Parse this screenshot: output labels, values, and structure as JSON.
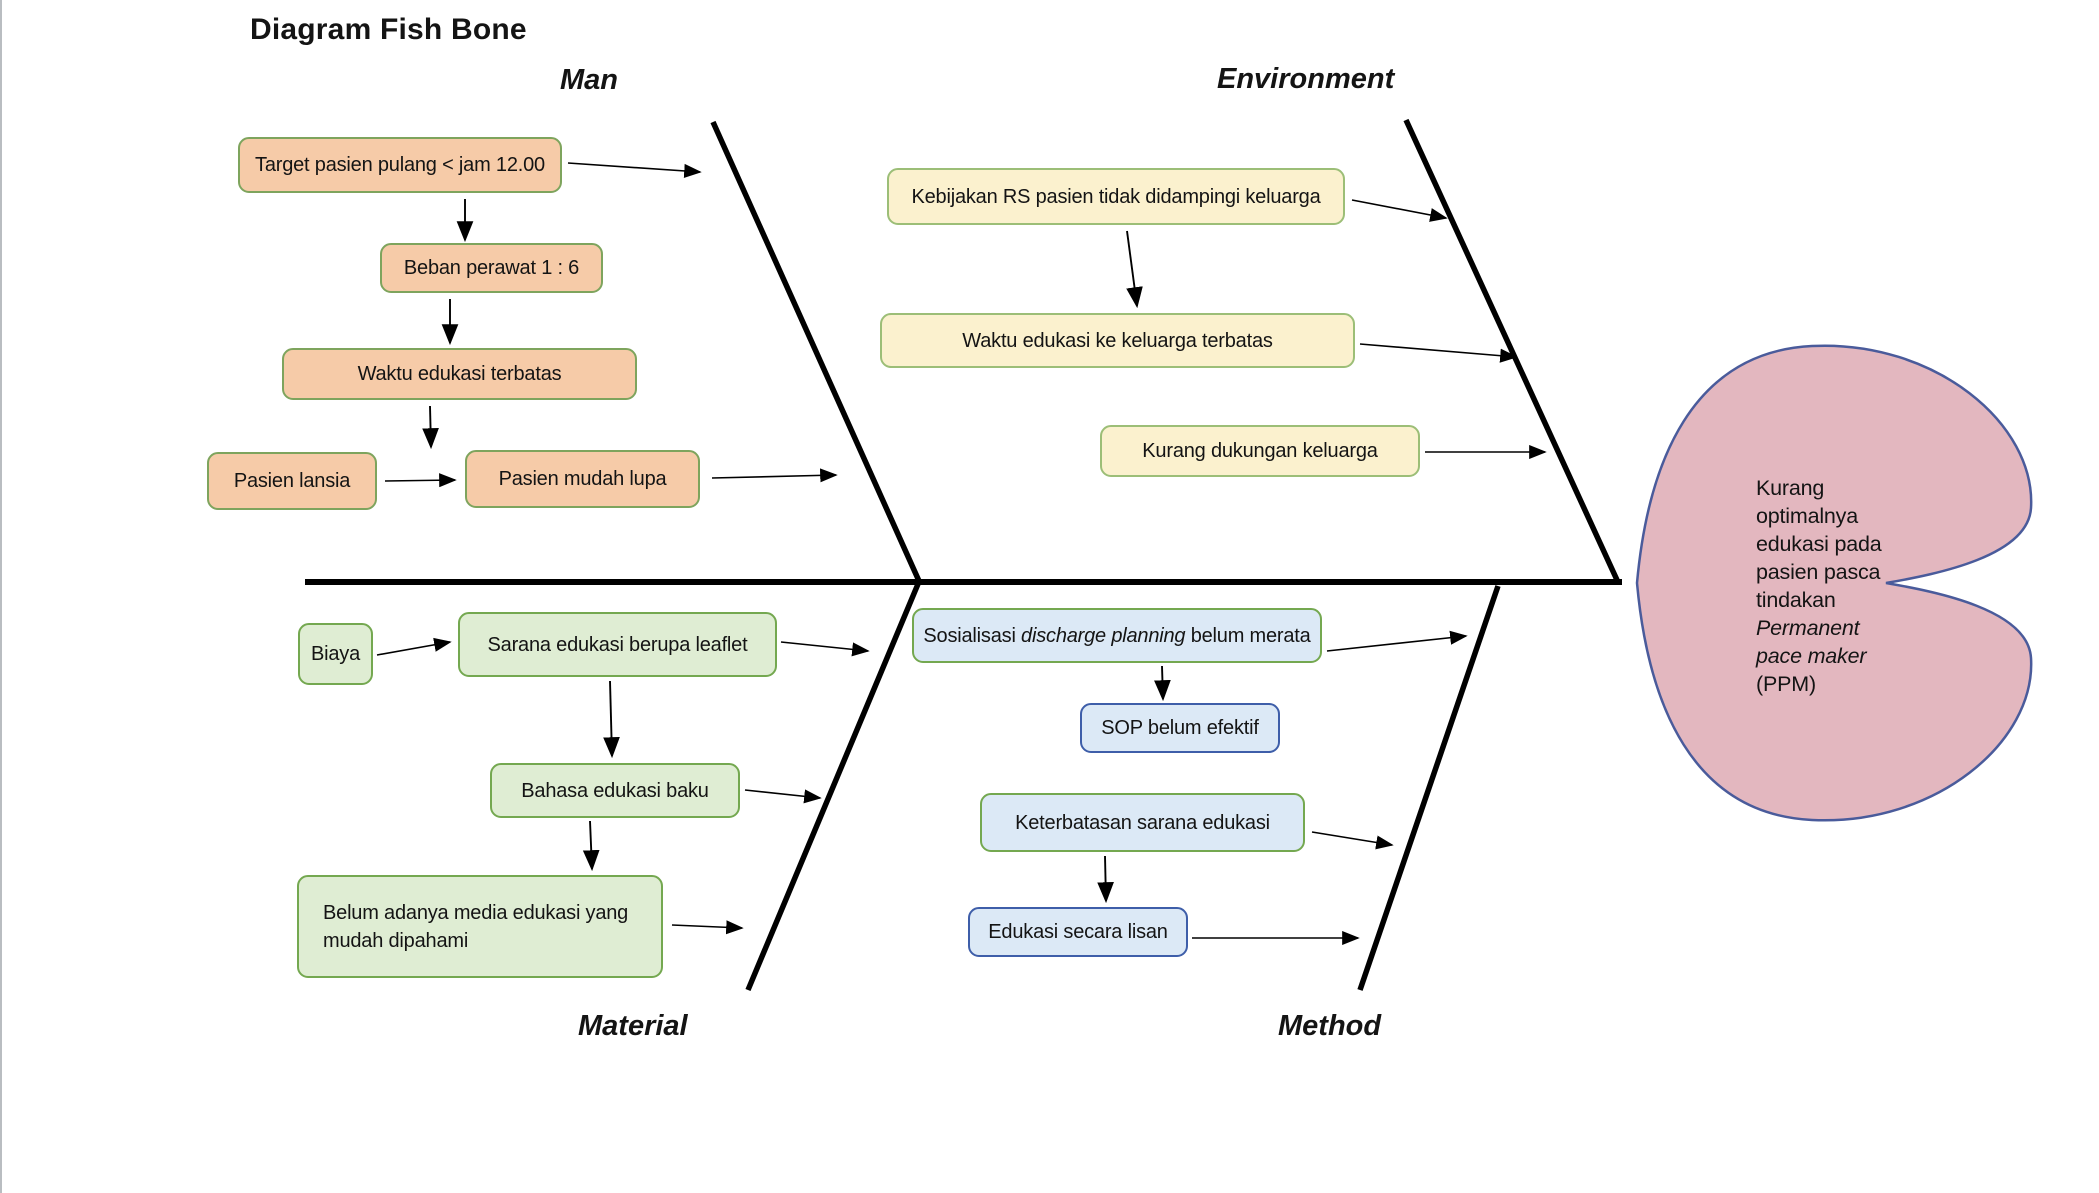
{
  "title": "Diagram Fish Bone",
  "categories": {
    "man": "Man",
    "environment": "Environment",
    "material": "Material",
    "method": "Method"
  },
  "causes": {
    "man1": "Target pasien pulang < jam 12.00",
    "man2": "Beban perawat 1 : 6",
    "man3": "Waktu edukasi terbatas",
    "man4": "Pasien lansia",
    "man5": "Pasien mudah lupa",
    "env1": "Kebijakan RS pasien tidak didampingi keluarga",
    "env2": "Waktu edukasi ke keluarga terbatas",
    "env3": "Kurang dukungan keluarga",
    "mat1": "Biaya",
    "mat2": "Sarana edukasi berupa leaflet",
    "mat3": "Bahasa edukasi baku",
    "mat4": "Belum adanya media edukasi yang mudah dipahami",
    "met1": {
      "pre": "Sosialisasi ",
      "italic": "discharge planning",
      "post": " belum merata"
    },
    "met2": "SOP belum efektif",
    "met3": "Keterbatasan sarana edukasi",
    "met4": "Edukasi secara lisan"
  },
  "effect": {
    "line1": "Kurang",
    "line2": "optimalnya",
    "line3": "edukasi pada",
    "line4": "pasien pasca",
    "line5": "tindakan",
    "line6": "Permanent",
    "line7": "pace maker",
    "line8": "(PPM)"
  },
  "colors": {
    "man_fill": "#F6CBA8",
    "man_border": "#7EA45D",
    "environment_fill": "#FBF1CE",
    "environment_border": "#9CBE77",
    "material_fill": "#DFEDD3",
    "material_border": "#74A850",
    "method_fill": "#DCE9F6",
    "method_border_green": "#74A850",
    "method_border_blue": "#3E5EA9",
    "effect_heart_fill": "#E3B7BF",
    "effect_heart_border": "#4A5B9B",
    "bone": "#000000"
  }
}
